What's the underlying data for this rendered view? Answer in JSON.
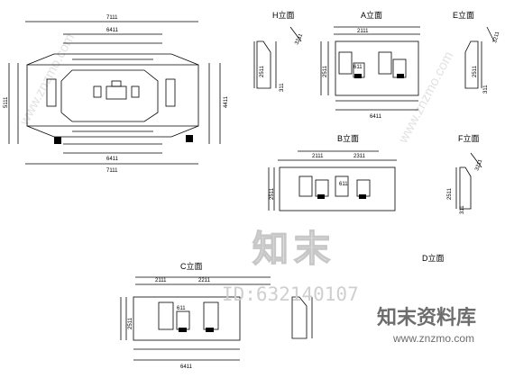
{
  "views": {
    "plan": {
      "dims": {
        "top_outer": "7111",
        "top_inner": "6411",
        "left": "5111",
        "right": "4411",
        "bottom_inner": "6411",
        "bottom_outer": "7111"
      }
    },
    "H": {
      "label": "H立面",
      "dims": {
        "width": "311",
        "height": "2511",
        "diag": "3211"
      }
    },
    "A": {
      "label": "A立面",
      "dims": {
        "top": "2111",
        "height": "2511",
        "bottom": "6411",
        "inner": "611"
      }
    },
    "E": {
      "label": "E立面",
      "dims": {
        "width": "311",
        "height": "2511",
        "diag": "3211"
      }
    },
    "B": {
      "label": "B立面",
      "dims": {
        "top_left": "2111",
        "top_right": "2311",
        "height": "2511",
        "inner": "611"
      }
    },
    "F": {
      "label": "F立面",
      "dims": {
        "width": "311",
        "height": "2511",
        "diag": "3211"
      }
    },
    "C": {
      "label": "C立面",
      "dims": {
        "top_left": "2111",
        "top_right": "2211",
        "height": "2511",
        "inner": "611",
        "bottom": "6411"
      }
    },
    "D": {
      "label": "D立面"
    }
  },
  "watermark": {
    "brand": "知末",
    "id": "ID:632140107",
    "site_name": "知末资料库",
    "site_url": "www.znzmo.com",
    "diag_text": "www.znzmo.com"
  },
  "colors": {
    "line": "#000000",
    "watermark_light": "#c7c7c7",
    "watermark_dark": "#6d6d6d"
  }
}
